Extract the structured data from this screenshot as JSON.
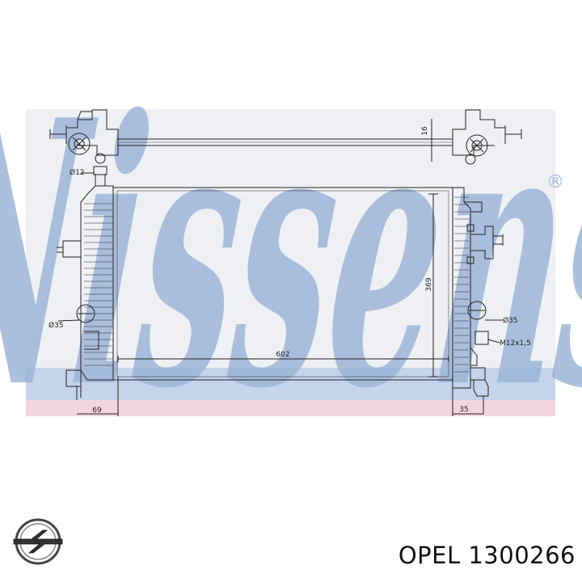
{
  "watermark": {
    "text": "Nissens",
    "registered_mark": "®",
    "color": "#9db6d8"
  },
  "colors": {
    "background_band": "#eef0f3",
    "blue_band": "#c4d4ea",
    "pink_band": "#f2d5de",
    "line": "#222222"
  },
  "dimensions": {
    "top_tube": "16",
    "left_inlet": "Ø12",
    "core_width": "602",
    "core_height": "369",
    "left_port": "Ø35",
    "right_port": "Ø35",
    "drain_thread": "M12x1,5",
    "left_offset": "69",
    "right_offset": "35"
  },
  "footer": {
    "brand_logo": "opel-logo-icon",
    "caption": "OPEL 1300266"
  }
}
